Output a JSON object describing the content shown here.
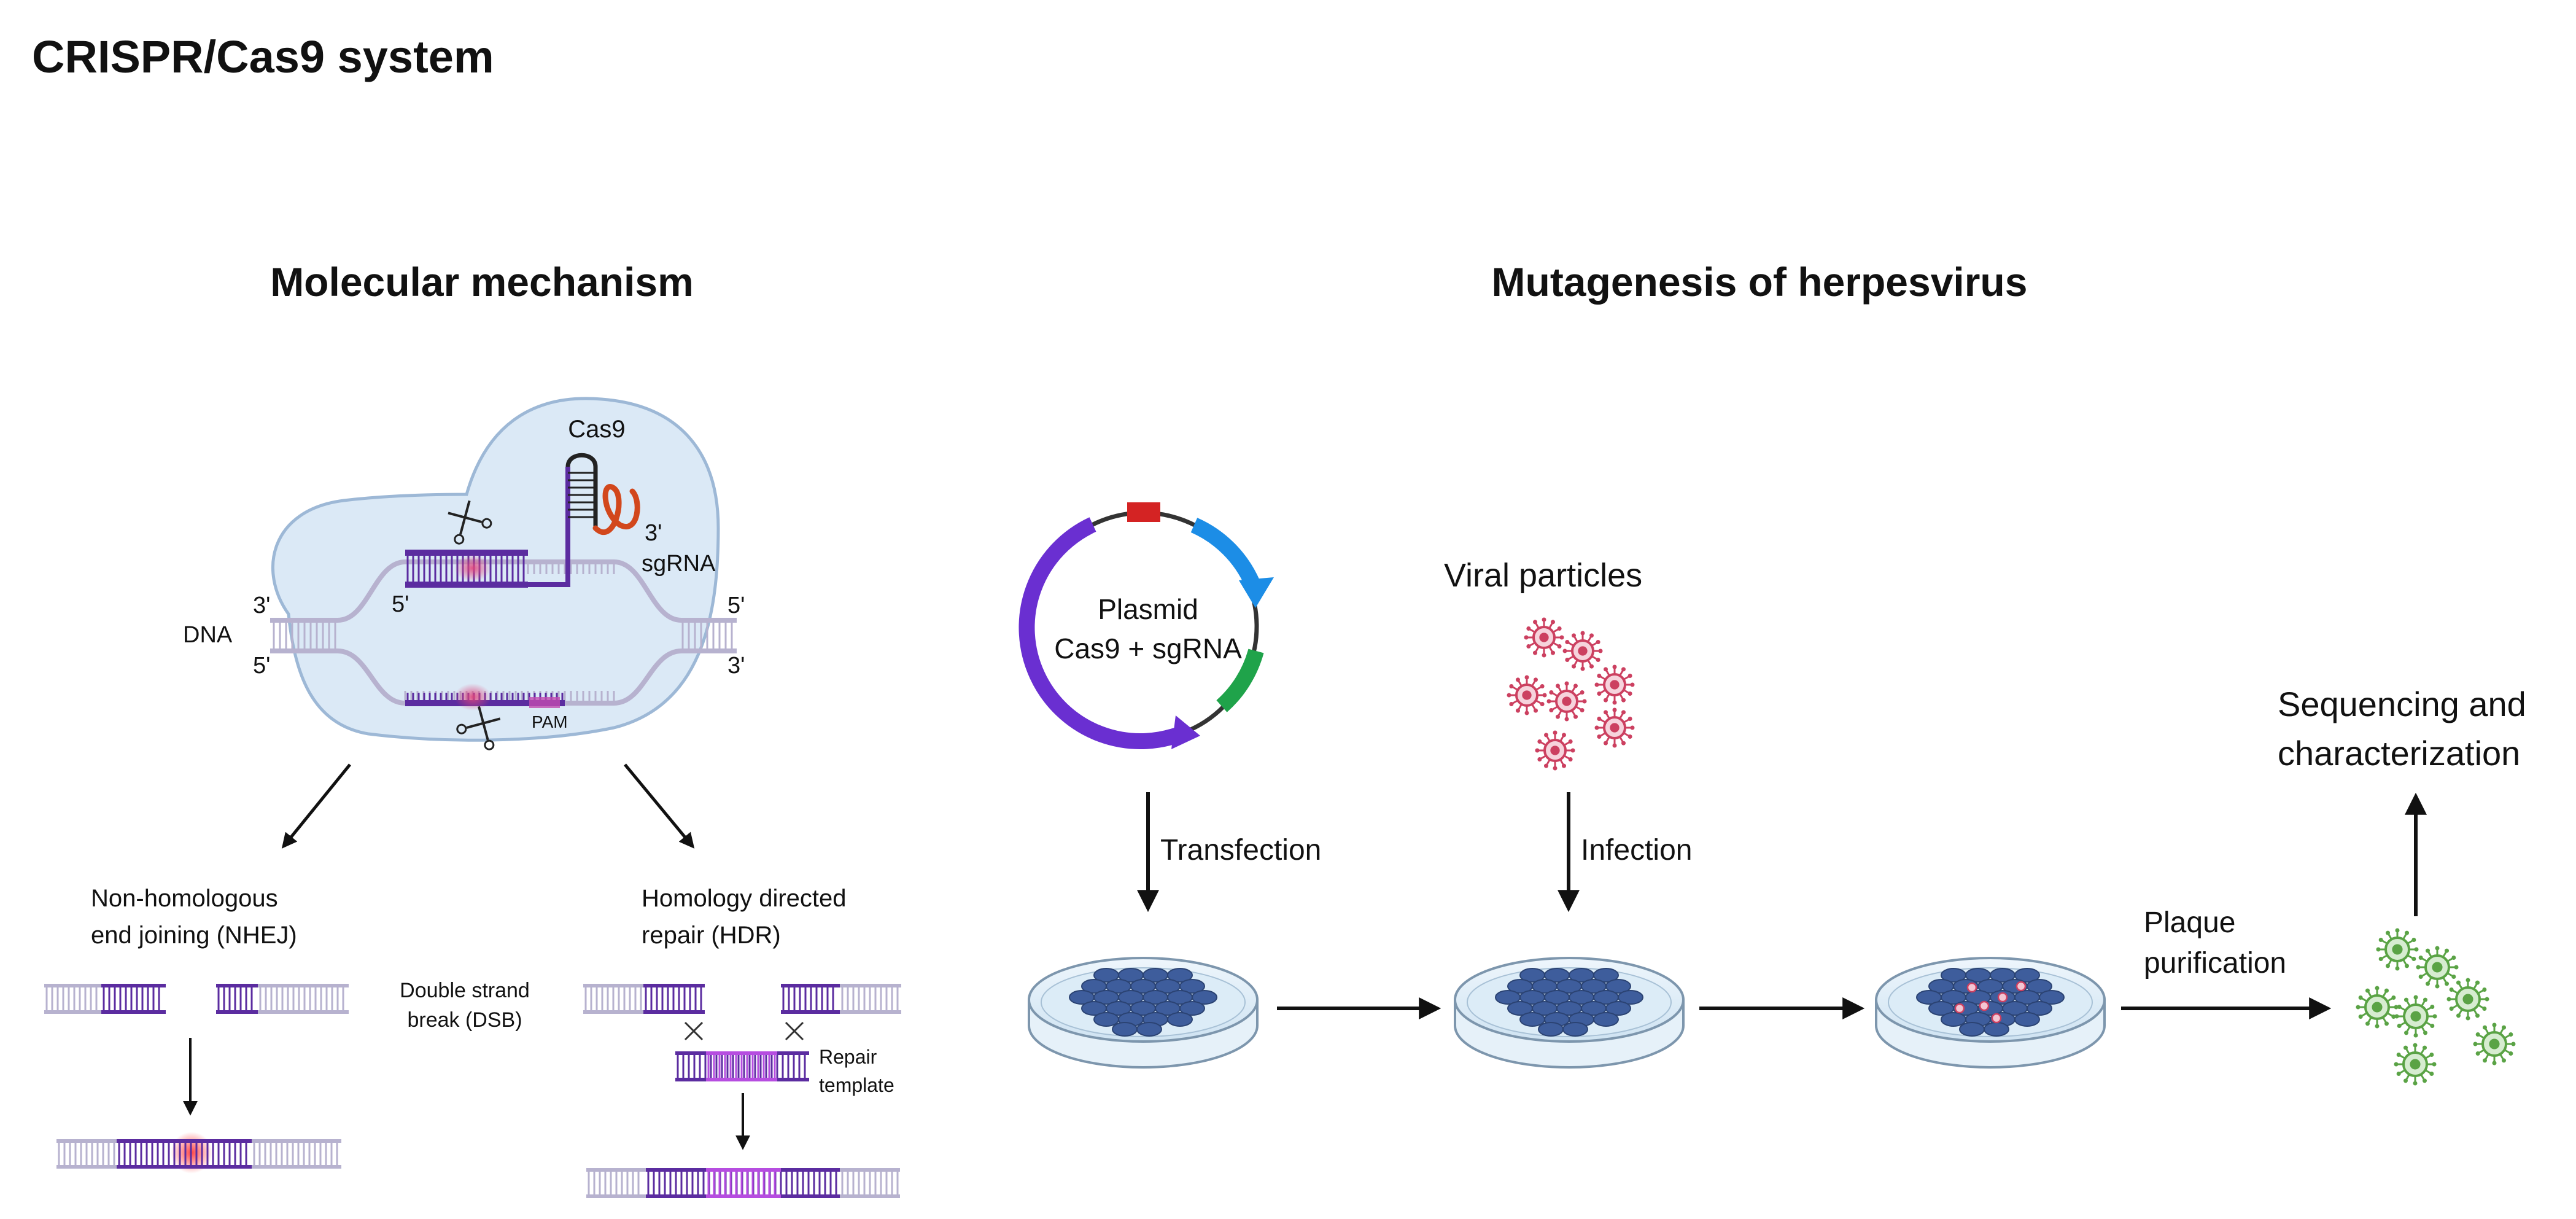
{
  "title": "CRISPR/Cas9 system",
  "left_panel": {
    "heading": "Molecular mechanism",
    "cas9_label": "Cas9",
    "sgrna_label": "sgRNA",
    "sgrna_end": "3'",
    "dna_label": "DNA",
    "dna_left_top": "3'",
    "dna_left_bottom": "5'",
    "dna_right_top": "5'",
    "dna_right_bottom": "3'",
    "inner_5prime": "5'",
    "pam_label": "PAM",
    "nhej_line1": "Non-homologous",
    "nhej_line2": "end joining (NHEJ)",
    "dsb_line1": "Double strand",
    "dsb_line2": "break (DSB)",
    "hdr_line1": "Homology directed",
    "hdr_line2": "repair (HDR)",
    "repair_line1": "Repair",
    "repair_line2": "template"
  },
  "right_panel": {
    "heading": "Mutagenesis of herpesvirus",
    "plasmid_line1": "Plasmid",
    "plasmid_line2": "Cas9 + sgRNA",
    "viral_particles": "Viral particles",
    "transfection": "Transfection",
    "infection": "Infection",
    "plaque_line1": "Plaque",
    "plaque_line2": "purification",
    "seq_line1": "Sequencing and",
    "seq_line2": "characterization"
  },
  "colors": {
    "cas9_body": "#dbe9f6",
    "cas9_outline": "#9db8d6",
    "dna_light": "#b7b2cf",
    "dna_dark": "#5b2ca0",
    "repair_template": "#b64de0",
    "sgrna": "#d2471c",
    "plasmid_purple": "#6a2fd1",
    "plasmid_blue": "#1c8de6",
    "plasmid_green": "#1fa34a",
    "plasmid_red": "#d42323",
    "virus_red": "#cc4060",
    "virus_green": "#5aa345",
    "dish_cells": "#3e5d9c",
    "dish_fill": "#dcecf7"
  }
}
